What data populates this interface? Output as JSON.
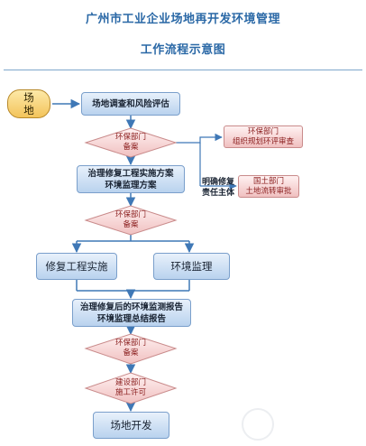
{
  "title": {
    "line1": "广州市工业企业场地再开发环境管理",
    "line2": "工作流程示意图"
  },
  "nodes": {
    "start": "场\n地",
    "survey": "场地调查和风险评估",
    "d1": "环保部门\n备案",
    "env_org": "环保部门\n组织规划环评审查",
    "plan": "治理修复工程实施方案\n环境监理方案",
    "responsible": "明确修复\n责任主体",
    "land": "国土部门\n土地流转审批",
    "d2": "环保部门\n备案",
    "repair": "修复工程实施",
    "monitor": "环境监理",
    "report": "治理修复后的环境监测报告\n环境监理总结报告",
    "d3": "环保部门\n备案",
    "d4": "建设部门\n施工许可",
    "develop": "场地开发"
  },
  "colors": {
    "title": "#2a68a6",
    "box_fill": "#cfe0f5",
    "box_border": "#7a9fcb",
    "pink_fill": "#f5cfcf",
    "pink_border": "#c98b8b",
    "start_fill": "#f3c45b",
    "arrow": "#3f78b6"
  }
}
